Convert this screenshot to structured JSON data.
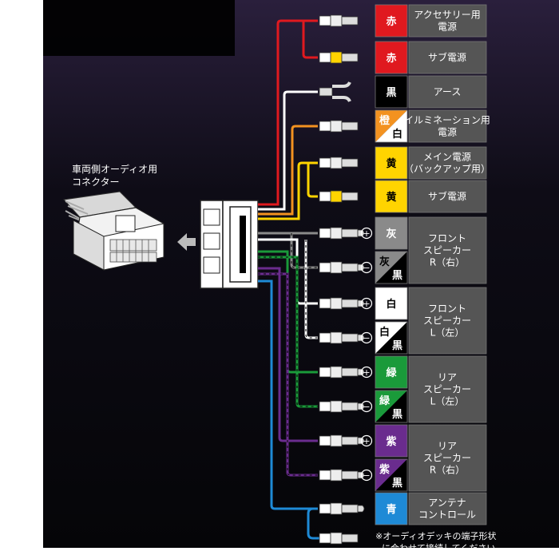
{
  "connector": {
    "title_line1": "車両側オーディオ用",
    "title_line2": "コネクター"
  },
  "rows": [
    {
      "color_label": "赤",
      "color_label2": "",
      "swatch": "#e0191f",
      "swatch2": "",
      "text_color": "#ffffff",
      "text_color2": "",
      "wire": "#e0191f",
      "terminal": "flat",
      "polarity": "",
      "function": ""
    },
    {
      "color_label": "赤",
      "color_label2": "",
      "swatch": "#e0191f",
      "swatch2": "",
      "text_color": "#ffffff",
      "text_color2": "",
      "wire": "#e0191f",
      "terminal": "flat-yellow",
      "polarity": "",
      "function": ""
    },
    {
      "color_label": "黒",
      "color_label2": "",
      "swatch": "#000000",
      "swatch2": "",
      "text_color": "#ffffff",
      "text_color2": "",
      "wire": "#ffffff",
      "terminal": "fork",
      "polarity": "",
      "function": ""
    },
    {
      "color_label": "橙",
      "color_label2": "白",
      "swatch": "#f39220",
      "swatch2": "#ffffff",
      "text_color": "#ffffff",
      "text_color2": "#000000",
      "wire": "#f39220",
      "terminal": "flat",
      "polarity": "",
      "function": ""
    },
    {
      "color_label": "黄",
      "color_label2": "",
      "swatch": "#ffd400",
      "swatch2": "",
      "text_color": "#000000",
      "text_color2": "",
      "wire": "#ffd400",
      "terminal": "flat",
      "polarity": "",
      "function": ""
    },
    {
      "color_label": "黄",
      "color_label2": "",
      "swatch": "#ffd400",
      "swatch2": "",
      "text_color": "#000000",
      "text_color2": "",
      "wire": "#ffd400",
      "terminal": "flat-yellow",
      "polarity": "",
      "function": ""
    },
    {
      "color_label": "灰",
      "color_label2": "",
      "swatch": "#8a8a8a",
      "swatch2": "",
      "text_color": "#ffffff",
      "text_color2": "",
      "wire": "#8a8a8a",
      "terminal": "bullet",
      "polarity": "+",
      "function": ""
    },
    {
      "color_label": "灰",
      "color_label2": "黒",
      "swatch": "#8a8a8a",
      "swatch2": "#000000",
      "text_color": "#000000",
      "text_color2": "#ffffff",
      "wire": "#8a8a8a",
      "terminal": "bullet",
      "polarity": "−",
      "function": ""
    },
    {
      "color_label": "白",
      "color_label2": "",
      "swatch": "#ffffff",
      "swatch2": "",
      "text_color": "#000000",
      "text_color2": "",
      "wire": "#ffffff",
      "terminal": "bullet",
      "polarity": "+",
      "function": ""
    },
    {
      "color_label": "白",
      "color_label2": "黒",
      "swatch": "#ffffff",
      "swatch2": "#000000",
      "text_color": "#000000",
      "text_color2": "#ffffff",
      "wire": "#ffffff",
      "terminal": "bullet",
      "polarity": "−",
      "function": ""
    },
    {
      "color_label": "緑",
      "color_label2": "",
      "swatch": "#1a9a3a",
      "swatch2": "",
      "text_color": "#ffffff",
      "text_color2": "",
      "wire": "#1a9a3a",
      "terminal": "bullet",
      "polarity": "+",
      "function": ""
    },
    {
      "color_label": "緑",
      "color_label2": "黒",
      "swatch": "#1a9a3a",
      "swatch2": "#000000",
      "text_color": "#ffffff",
      "text_color2": "#ffffff",
      "wire": "#1a9a3a",
      "terminal": "bullet",
      "polarity": "−",
      "function": ""
    },
    {
      "color_label": "紫",
      "color_label2": "",
      "swatch": "#6a2c8e",
      "swatch2": "",
      "text_color": "#ffffff",
      "text_color2": "",
      "wire": "#6a2c8e",
      "terminal": "bullet",
      "polarity": "+",
      "function": ""
    },
    {
      "color_label": "紫",
      "color_label2": "黒",
      "swatch": "#6a2c8e",
      "swatch2": "#000000",
      "text_color": "#ffffff",
      "text_color2": "#ffffff",
      "wire": "#6a2c8e",
      "terminal": "bullet",
      "polarity": "−",
      "function": ""
    },
    {
      "color_label": "青",
      "color_label2": "",
      "swatch": "#1e8ad6",
      "swatch2": "",
      "text_color": "#ffffff",
      "text_color2": "",
      "wire": "#1e8ad6",
      "terminal": "bullet",
      "polarity": "",
      "function": ""
    }
  ],
  "functions": [
    {
      "line1": "アクセサリー用",
      "line2": "電源",
      "line3": ""
    },
    {
      "line1": "サブ電源",
      "line2": "",
      "line3": ""
    },
    {
      "line1": "アース",
      "line2": "",
      "line3": ""
    },
    {
      "line1": "イルミネーション用",
      "line2": "電源",
      "line3": ""
    },
    {
      "line1": "メイン電源",
      "line2": "（バックアップ用）",
      "line3": ""
    },
    {
      "line1": "サブ電源",
      "line2": "",
      "line3": ""
    },
    {
      "line1": "フロント",
      "line2": "スピーカー",
      "line3": "R（右）"
    },
    {
      "line1": "フロント",
      "line2": "スピーカー",
      "line3": "L（左）"
    },
    {
      "line1": "リア",
      "line2": "スピーカー",
      "line3": "L（左）"
    },
    {
      "line1": "リア",
      "line2": "スピーカー",
      "line3": "R（右）"
    },
    {
      "line1": "アンテナ",
      "line2": "コントロール",
      "line3": ""
    }
  ],
  "note": {
    "line1": "※オーディオデッキの端子形状",
    "line2": "に合わせて接続してください。"
  },
  "colors": {
    "function_box": "#555555",
    "panel_dark": "#0b0a12",
    "connector_body": "#ffffff"
  }
}
